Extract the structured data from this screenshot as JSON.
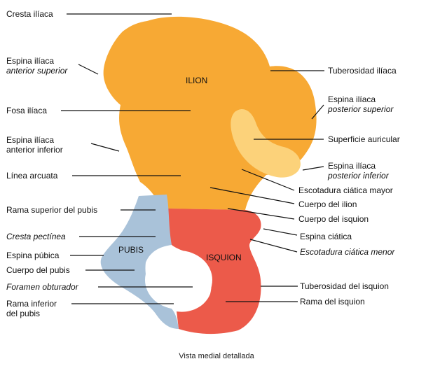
{
  "colors": {
    "ilium": "#f7a934",
    "ilium_light": "#fbc35c",
    "auricular": "#fcd27a",
    "ischium": "#ec5a4a",
    "pubis": "#a9c2d9",
    "line": "#111111"
  },
  "regions": {
    "ilion": "ILION",
    "pubis": "PUBIS",
    "isquion": "ISQUION"
  },
  "labels_left": [
    {
      "text": "Cresta ilíaca"
    },
    {
      "line1": "Espina ilíaca",
      "line2": "anterior superior"
    },
    {
      "text": "Fosa ilíaca"
    },
    {
      "line1": "Espina ilíaca",
      "line2": "anterior inferior"
    },
    {
      "text": "Línea arcuata"
    },
    {
      "text": "Rama superior del pubis"
    },
    {
      "text": "Cresta pectínea"
    },
    {
      "text": "Espina púbica"
    },
    {
      "text": "Cuerpo del pubis"
    },
    {
      "text": "Foramen obturador"
    },
    {
      "line1": "Rama inferior",
      "line2": "del pubis"
    }
  ],
  "labels_right": [
    {
      "text": "Tuberosidad ilíaca"
    },
    {
      "line1": "Espina ilíaca",
      "line2": "posterior superior"
    },
    {
      "text": "Superficie auricular"
    },
    {
      "line1": "Espina ilíaca",
      "line2": "posterior inferior"
    },
    {
      "text": "Escotadura ciática mayor"
    },
    {
      "text": "Cuerpo del ilion"
    },
    {
      "text": "Cuerpo del isquion"
    },
    {
      "text": "Espina ciática"
    },
    {
      "text": "Escotadura ciática menor"
    },
    {
      "text": "Tuberosidad del isquion"
    },
    {
      "text": "Rama del isquion"
    }
  ],
  "caption": "Vista medial detallada"
}
